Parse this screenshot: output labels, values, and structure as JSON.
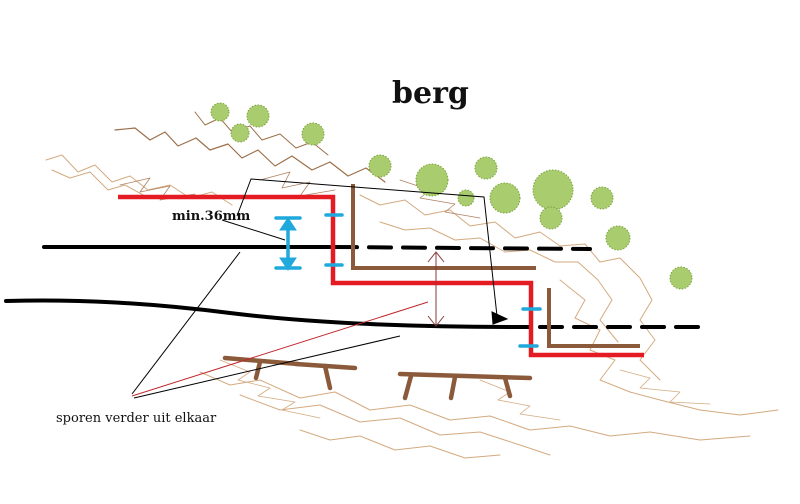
{
  "title": "berg",
  "annotations": {
    "min_clearance": "min.36mm",
    "tracks_note": "sporen verder uit elkaar"
  },
  "colors": {
    "red_line": "#e51b24",
    "brown_line": "#8a5a3a",
    "blue_marker": "#1fa9dc",
    "track_black": "#000000",
    "sketch_tan": "#c9a27a",
    "bush_green": "#8dbb4c"
  }
}
